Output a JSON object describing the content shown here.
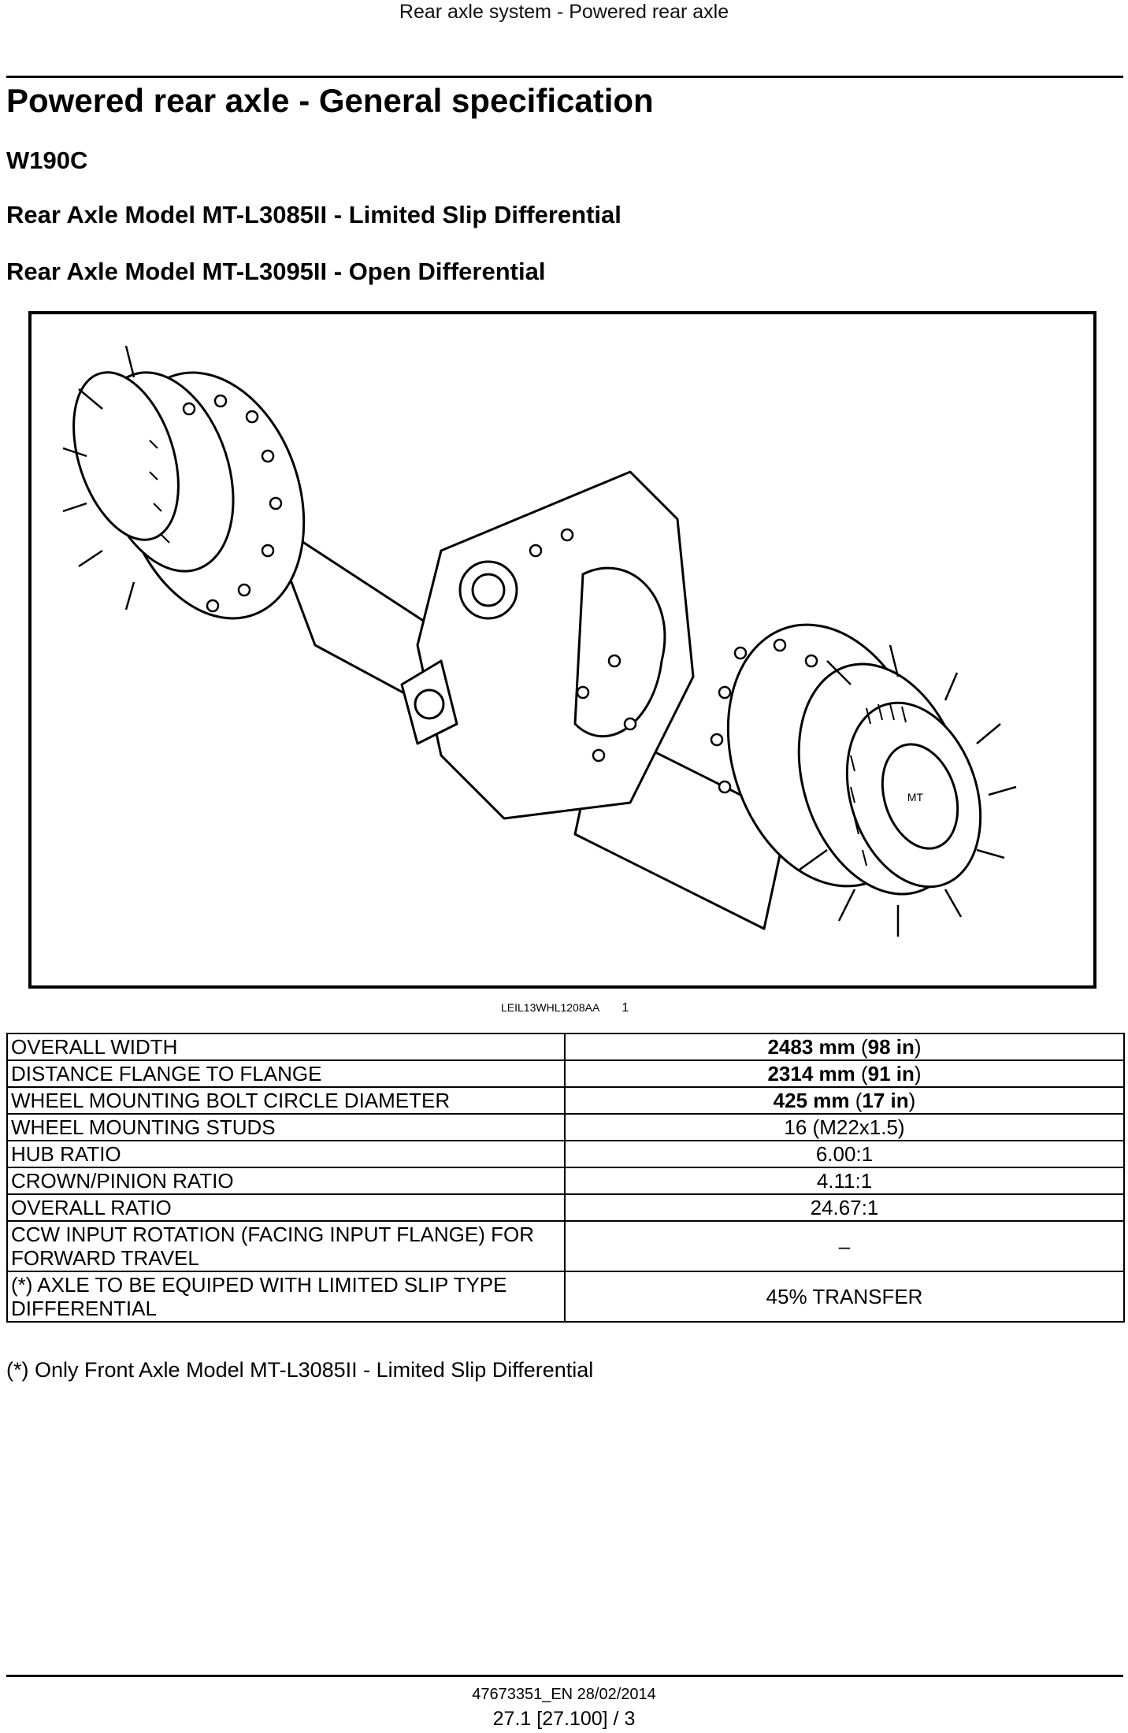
{
  "running_header": "Rear axle system - Powered rear axle",
  "title": "Powered rear axle - General specification",
  "machine_model": "W190C",
  "subtitles": [
    "Rear Axle Model MT-L3085II - Limited Slip Differential",
    "Rear Axle Model MT-L3095II - Open Differential"
  ],
  "figure": {
    "code": "LEIL13WHL1208AA",
    "number": "1",
    "subject": "rear-axle-assembly-drawing"
  },
  "spec_rows": [
    {
      "label": "OVERALL WIDTH",
      "metric": "2483 mm",
      "open": " (",
      "imperial": "98 in",
      "close": ")"
    },
    {
      "label": "DISTANCE FLANGE TO FLANGE",
      "metric": "2314 mm",
      "open": " (",
      "imperial": "91 in",
      "close": ")"
    },
    {
      "label": "WHEEL MOUNTING BOLT CIRCLE DIAMETER",
      "metric": "425 mm",
      "open": " (",
      "imperial": "17 in",
      "close": ")"
    },
    {
      "label": "WHEEL MOUNTING STUDS",
      "value": "16 (M22x1.5)"
    },
    {
      "label": "HUB RATIO",
      "value": "6.00:1"
    },
    {
      "label": "CROWN/PINION RATIO",
      "value": "4.11:1"
    },
    {
      "label": "OVERALL RATIO",
      "value": "24.67:1"
    },
    {
      "label": "CCW INPUT ROTATION (FACING INPUT FLANGE) FOR FORWARD TRAVEL",
      "value": "–"
    },
    {
      "label": "(*) AXLE TO BE EQUIPED WITH LIMITED SLIP TYPE DIFFERENTIAL",
      "value": "45% TRANSFER"
    }
  ],
  "footnote": "(*) Only Front Axle Model MT-L3085II - Limited Slip Differential",
  "footer": {
    "doc_id": "47673351_EN 28/02/2014",
    "page_ref": "27.1 [27.100] / 3"
  }
}
